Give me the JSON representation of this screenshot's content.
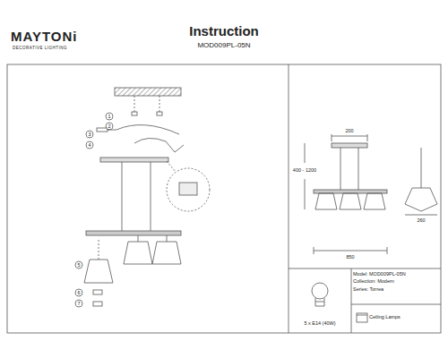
{
  "diagram": {
    "title": "Instruction",
    "nodes": [
      {
        "text": [
          "Model: MOD009PL-05N",
          "Collection: Modern",
          "Series: Torrea"
        ]
      },
      {
        "text": [
          "5 x E14 (40W)"
        ]
      },
      {
        "text": [
          "Ceiling Lamps"
        ]
      }
    ],
    "labels": [
      "MAYTONi",
      "DECORATIVE LIGHTING",
      "MOD009PL-05N",
      "1",
      "2",
      "3",
      "4",
      "5",
      "6",
      "7",
      "200",
      "850",
      "400 - 1200",
      "260"
    ]
  }
}
